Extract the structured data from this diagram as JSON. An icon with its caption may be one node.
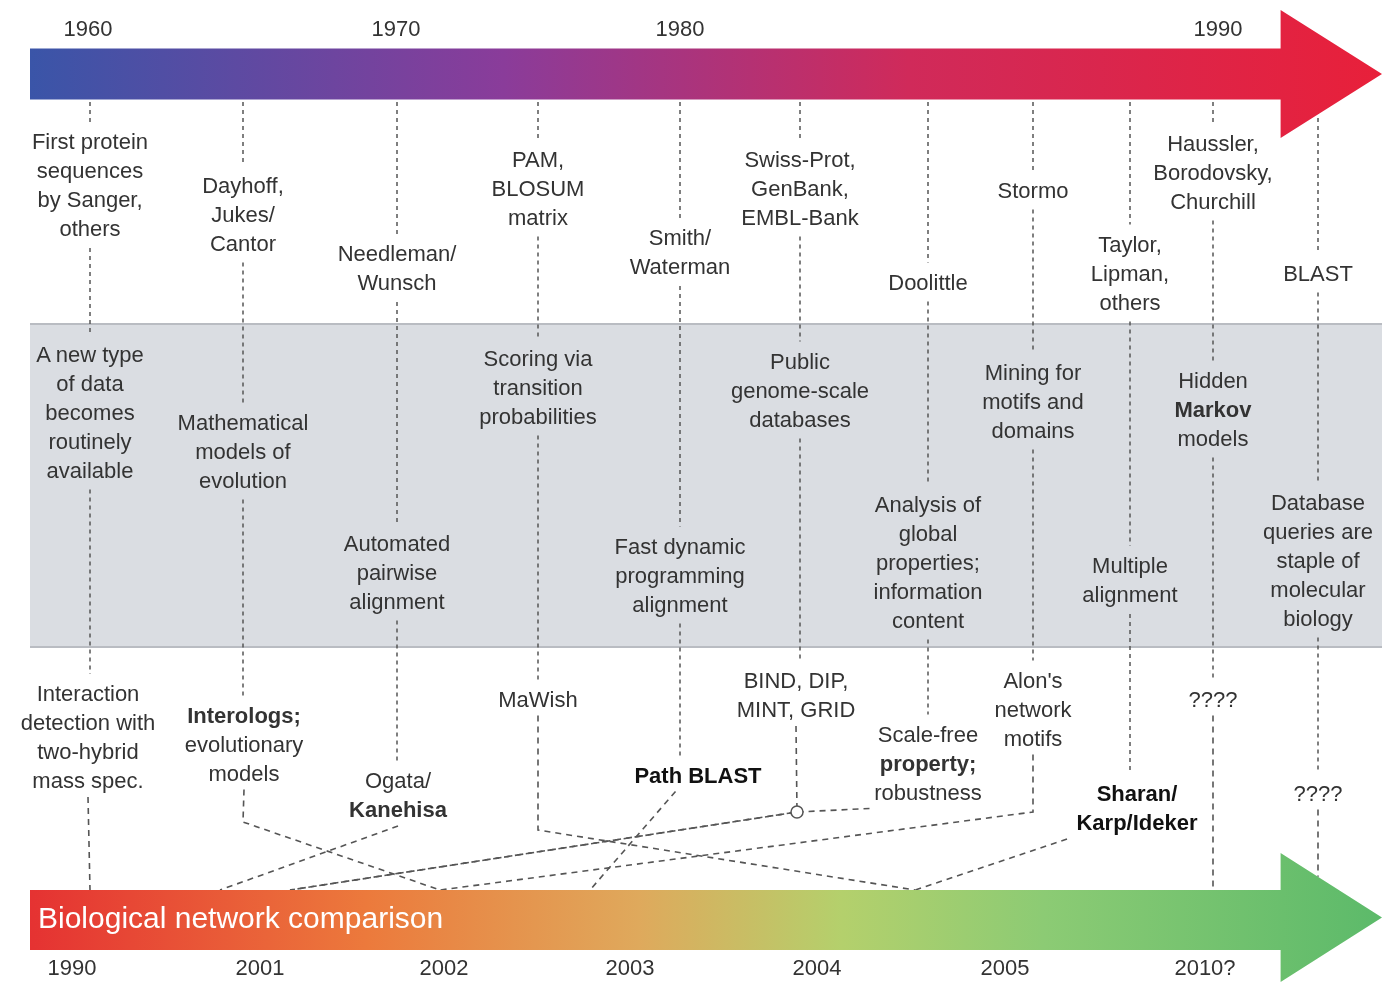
{
  "diagram": {
    "nodes": [
      {
        "text": [
          "A new type of data becomes routinely available",
          "Mathematical models of evolution",
          "Automated pairwise alignment",
          "Scoring via transition probabilities",
          "Fast dynamic programming alignment",
          "Public genome-scale databases",
          "Analysis of global properties; information content",
          "Mining for motifs and domains",
          "Multiple alignment",
          "Hidden **Markov** models",
          "Database queries are staple of molecular biology"
        ]
      },
      {
        "text": [
          "Interaction detection with two-hybrid mass spec."
        ]
      },
      {
        "text": [
          "**Interologs;** evolutionary models"
        ]
      },
      {
        "text": [
          "Ogata/ **Kanehisa**"
        ]
      },
      {
        "text": [
          "MaWish"
        ]
      },
      {
        "text": [
          "Path BLAST"
        ]
      },
      {
        "text": [
          "BIND, DIP, MINT, GRID"
        ]
      },
      {
        "text": [
          "Scale-free **property;** robustness"
        ]
      },
      {
        "text": [
          "Alon's network motifs"
        ]
      },
      {
        "text": [
          "Sharan/ Karp/Ideker"
        ]
      },
      {
        "text": [
          "????"
        ]
      },
      {
        "text": [
          "????"
        ]
      },
      {
        "text": [
          "Biological network comparison"
        ]
      }
    ],
    "edges": [
      {
        "from": 1,
        "to": 12,
        "arrow": "none",
        "style": "dashed"
      },
      {
        "from": 2,
        "to": 12,
        "arrow": "none",
        "style": "dashed"
      },
      {
        "from": 3,
        "to": 12,
        "arrow": "none",
        "style": "dashed"
      },
      {
        "from": 4,
        "to": 12,
        "arrow": "none",
        "style": "dashed"
      },
      {
        "from": 5,
        "to": 12,
        "arrow": "none",
        "style": "dashed"
      },
      {
        "from": 6,
        "to": 12,
        "arrow": "none",
        "style": "dashed"
      },
      {
        "from": 7,
        "to": 12,
        "arrow": "none",
        "style": "dashed"
      },
      {
        "from": 8,
        "to": 12,
        "arrow": "none",
        "style": "dashed"
      },
      {
        "from": 9,
        "to": 12,
        "arrow": "none",
        "style": "dashed"
      },
      {
        "from": 10,
        "to": 12,
        "arrow": "none",
        "style": "dashed"
      },
      {
        "from": 11,
        "to": 12,
        "arrow": "none",
        "style": "dashed"
      }
    ],
    "labels": [
      "1960",
      "1970",
      "1980",
      "1990",
      "First protein sequences by Sanger, others",
      "Dayhoff, Jukes/ Cantor",
      "Needleman/ Wunsch",
      "PAM, BLOSUM matrix",
      "Smith/ Waterman",
      "Swiss-Prot, GenBank, EMBL-Bank",
      "Doolittle",
      "Stormo",
      "Taylor, Lipman, others",
      "Haussler, Borodovsky, Churchill",
      "BLAST",
      "1990",
      "2001",
      "2002",
      "2003",
      "2004",
      "2005",
      "2010?"
    ]
  }
}
